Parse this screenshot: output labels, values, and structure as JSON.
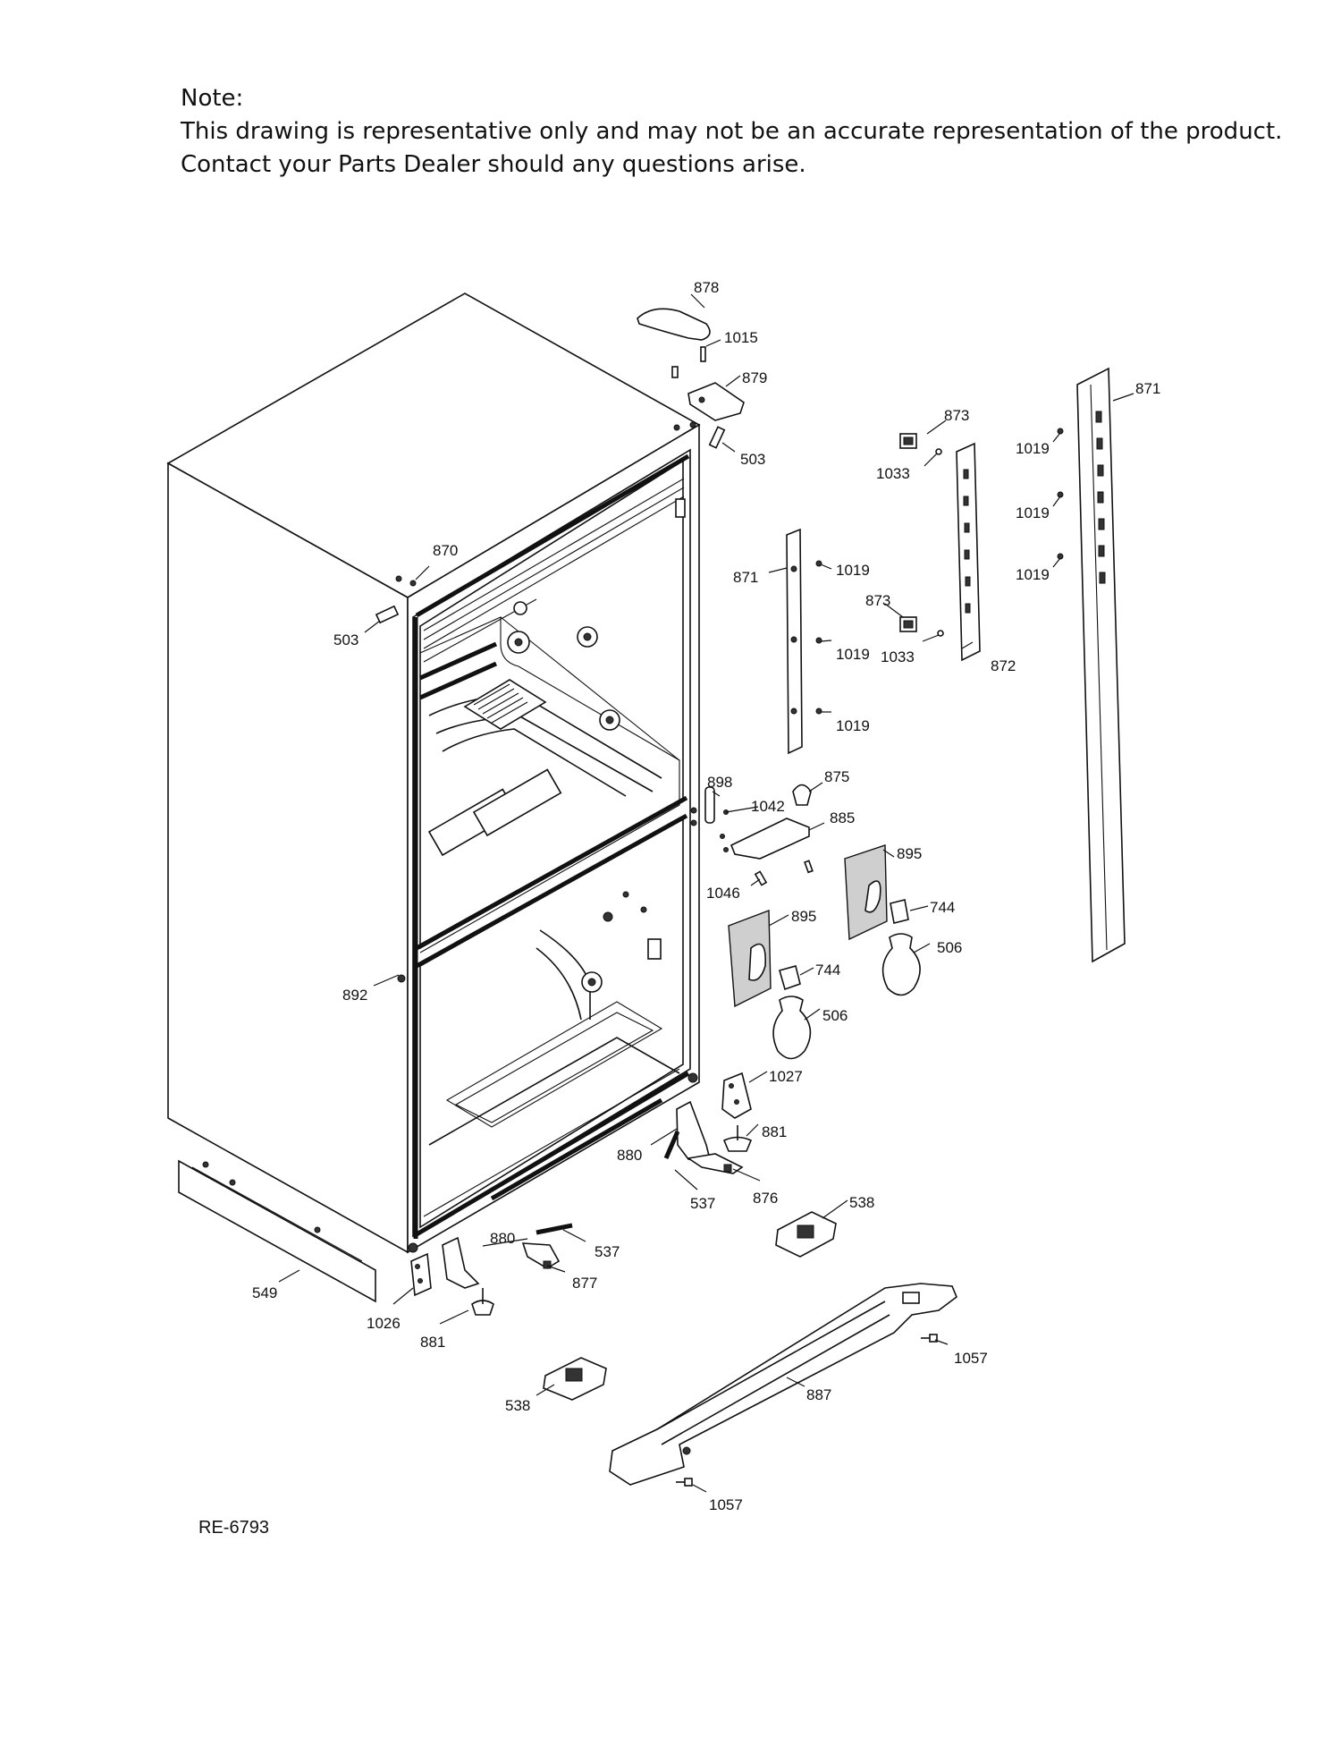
{
  "note": {
    "heading": "Note:",
    "line1": "This drawing is representative only and may not be an accurate representation of the product.",
    "line2": "Contact your Parts Dealer should any questions arise."
  },
  "drawing_code": "RE-6793",
  "callouts": {
    "c878": "878",
    "c1015": "1015",
    "c879": "879",
    "c503a": "503",
    "c503b": "503",
    "c871a": "871",
    "c871b": "871",
    "c873a": "873",
    "c873b": "873",
    "c1033a": "1033",
    "c1033b": "1033",
    "c1019a": "1019",
    "c1019b": "1019",
    "c1019c": "1019",
    "c1019d": "1019",
    "c1019e": "1019",
    "c1019f": "1019",
    "c872": "872",
    "c870": "870",
    "c898": "898",
    "c875": "875",
    "c1042": "1042",
    "c885": "885",
    "c1046": "1046",
    "c895a": "895",
    "c895b": "895",
    "c744a": "744",
    "c744b": "744",
    "c506a": "506",
    "c506b": "506",
    "c892": "892",
    "c1027": "1027",
    "c881a": "881",
    "c881b": "881",
    "c880a": "880",
    "c880b": "880",
    "c537a": "537",
    "c537b": "537",
    "c876": "876",
    "c877": "877",
    "c538a": "538",
    "c538b": "538",
    "c549": "549",
    "c1026": "1026",
    "c1057a": "1057",
    "c1057b": "1057",
    "c887": "887"
  }
}
